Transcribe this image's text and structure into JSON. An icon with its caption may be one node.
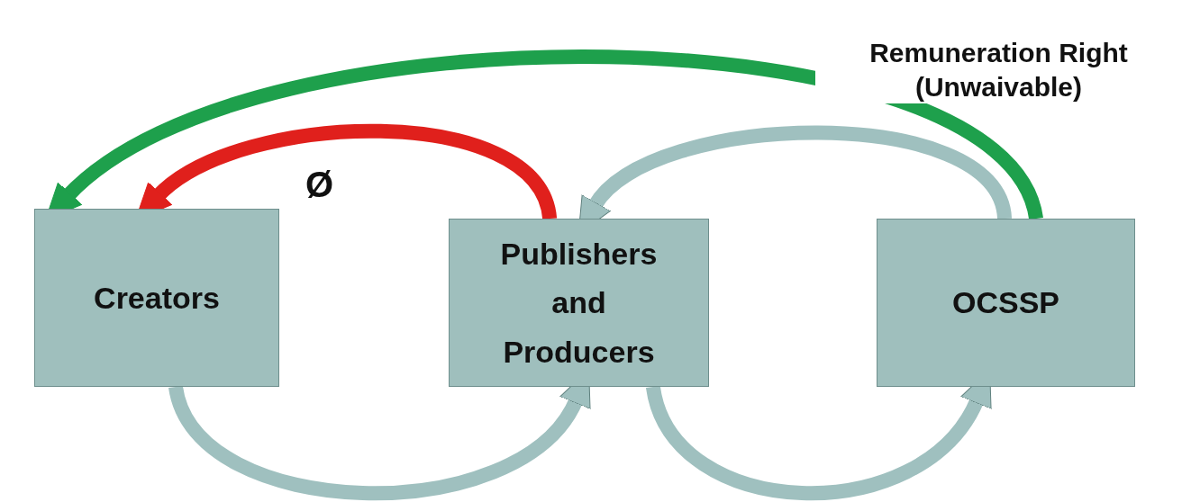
{
  "diagram": {
    "nodes": [
      {
        "text": [
          "Creators"
        ]
      },
      {
        "text": [
          "Publishers and Producers"
        ]
      },
      {
        "text": [
          "OCSSP"
        ]
      }
    ],
    "edges": [
      {
        "from": 0,
        "to": 1,
        "arrow": "to"
      },
      {
        "from": 1,
        "to": 2,
        "arrow": "to"
      },
      {
        "from": 2,
        "to": 1,
        "arrow": "to"
      },
      {
        "from": 1,
        "to": 0,
        "arrow": "to",
        "label": "Ø",
        "color": "#e0201c"
      },
      {
        "from": 2,
        "to": 0,
        "arrow": "to",
        "label": "Remuneration Right (Unwaivable)",
        "color": "#1ea04c"
      }
    ]
  }
}
